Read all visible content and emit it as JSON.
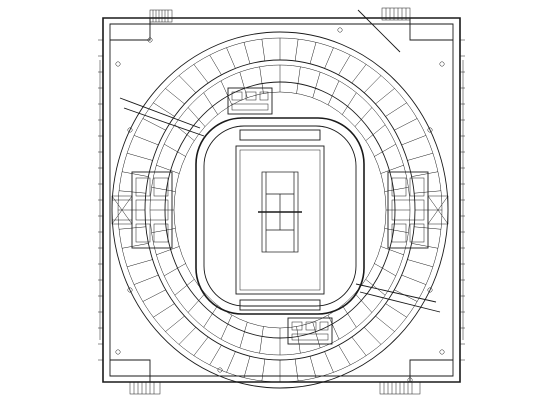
{
  "drawing": {
    "subject": "stadium-floor-plan",
    "line_color": "#1a1a1a",
    "background_color": "#ffffff",
    "ring_segments_outer": 56,
    "ring_segments_inner": 40,
    "annotation_markers": 12
  }
}
